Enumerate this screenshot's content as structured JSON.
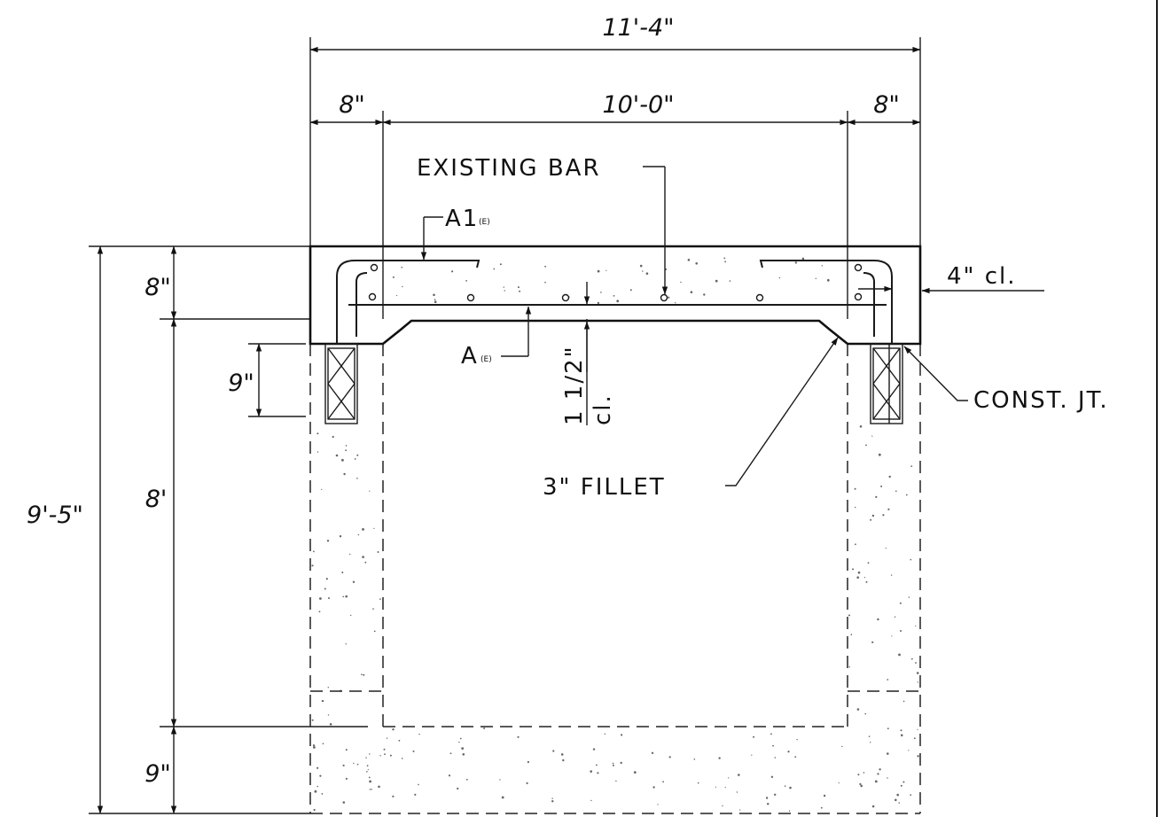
{
  "dimensions": {
    "overall_width": "11'-4\"",
    "left_wall": "8\"",
    "clear_span": "10'-0\"",
    "right_wall": "8\"",
    "slab_thickness": "8\"",
    "key_depth": "9\"",
    "wall_height": "8'",
    "overall_height": "9'-5\"",
    "footing": "9\""
  },
  "labels": {
    "existing_bar": "EXISTING BAR",
    "a1": "A1",
    "a1_sub": "(E)",
    "a": "A",
    "a_sub": "(E)",
    "top_clear": "4\" cl.",
    "bottom_clear": "1 1/2\"",
    "bottom_clear_unit": "cl.",
    "fillet": "3\" FILLET",
    "const_jt": "CONST. JT."
  }
}
